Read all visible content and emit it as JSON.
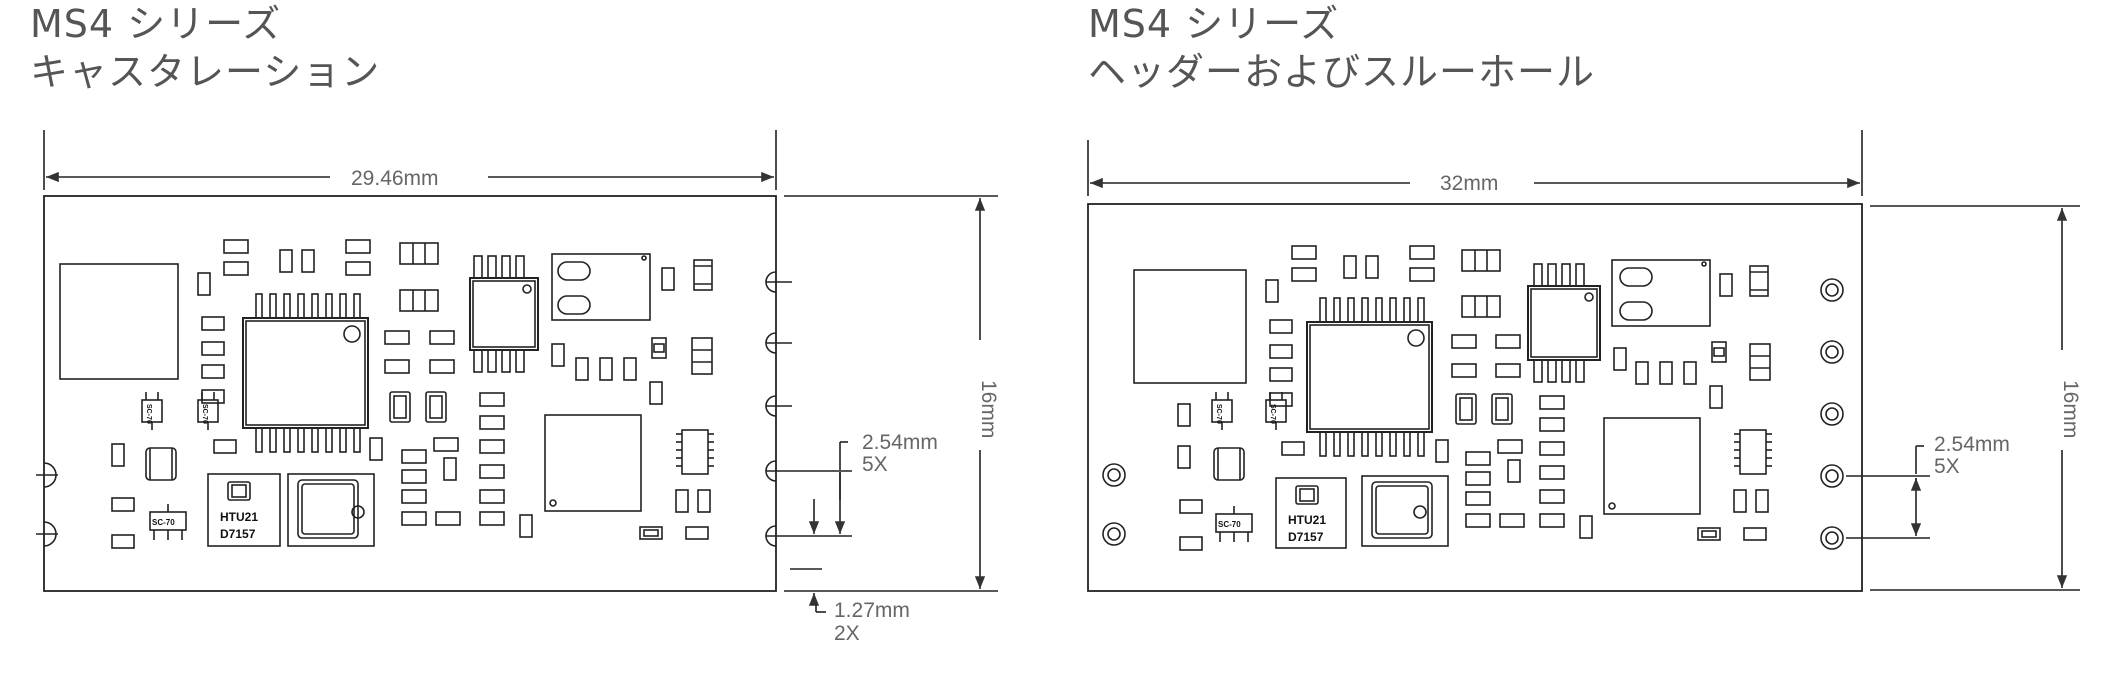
{
  "left": {
    "title_line1": "MS4 シリーズ",
    "title_line2": "キャスタレーション",
    "width_dim": "29.46mm",
    "height_dim": "16mm",
    "pitch_dim": "2.54mm",
    "pitch_count": "5X",
    "edge_dim": "1.27mm",
    "edge_count": "2X",
    "chip_label1": "HTU21",
    "chip_label2": "D7157",
    "sot_label": "SC-70",
    "sot_label2": "SC-70",
    "sot_label3": "SC-70"
  },
  "right": {
    "title_line1": "MS4 シリーズ",
    "title_line2": "ヘッダーおよびスルーホール",
    "width_dim": "32mm",
    "height_dim": "16mm",
    "pitch_dim": "2.54mm",
    "pitch_count": "5X",
    "chip_label1": "HTU21",
    "chip_label2": "D7157",
    "sot_label": "SC-70",
    "sot_label2": "SC-70",
    "sot_label3": "SC-70"
  }
}
